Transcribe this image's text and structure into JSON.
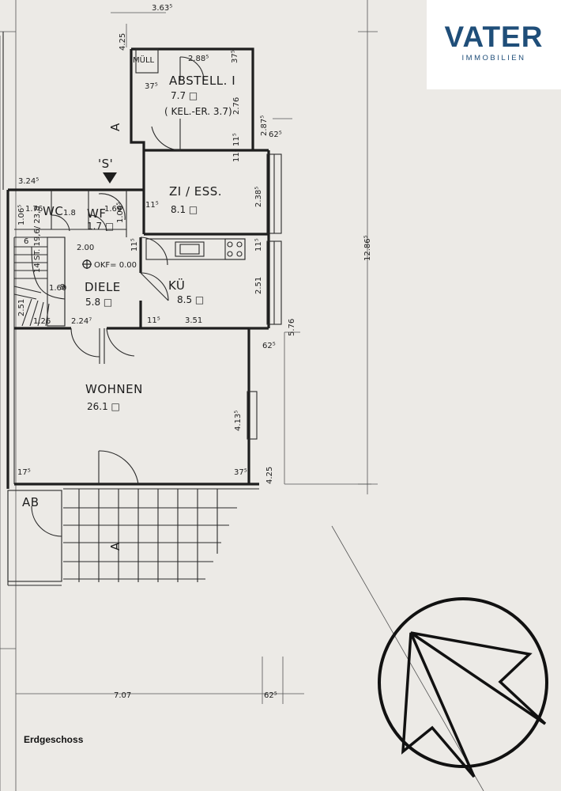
{
  "brand": {
    "name": "VATER",
    "tagline": "IMMOBILIEN",
    "color": "#1f4e79"
  },
  "floor_label": "Erdgeschoss",
  "rooms": [
    {
      "name": "ABSTELL. I",
      "area": "7.7 □",
      "note": "( KEL.-ER. 3.7)"
    },
    {
      "name": "ZI / ESS.",
      "area": "8.1 □"
    },
    {
      "name": "WC",
      "area": "1.8"
    },
    {
      "name": "WF",
      "area": "1.7 □"
    },
    {
      "name": "DIELE",
      "area": "5.8 □"
    },
    {
      "name": "KÜ",
      "area": "8.5 □"
    },
    {
      "name": "WOHNEN",
      "area": "26.1 □"
    },
    {
      "name": "MÜLL"
    },
    {
      "name": "AB"
    }
  ],
  "markers": {
    "section_top": "A",
    "section_bottom": "A",
    "s_mark": "'S'",
    "level": "OKF= 0.00",
    "stairs": "14 ST. 19,6/ 23,8"
  },
  "dimensions": {
    "d_363": "3.63⁵",
    "d_425_top": "4.25",
    "d_288": "2.88⁵",
    "d_375_a": "37⁵",
    "d_375_b": "37⁵",
    "d_276": "2.76",
    "d_287": "2.87⁵",
    "d_62_a": "62⁵",
    "d_115_a": "11⁵",
    "d_115_b": "11⁵",
    "d_115_c": "11⁵",
    "d_115_d": "11⁵",
    "d_115_e": "11⁵",
    "d_115_f": "11⁵",
    "d_324": "3.24⁵",
    "d_176": "1.76",
    "d_169": "1.69",
    "d_1065_a": "1.06⁵",
    "d_1065_b": "1.06⁵",
    "d_2385": "2.38⁵",
    "d_200": "2.00",
    "d_160": "1.60",
    "d_251_a": "2.51",
    "d_251_b": "2.51",
    "d_126": "1.26",
    "d_2247": "2.24⁷",
    "d_351": "3.51",
    "d_1286": "12.86⁵",
    "d_576": "5.76",
    "d_62_b": "62⁵",
    "d_4135": "4.13⁵",
    "d_175": "17⁵",
    "d_375_c": "37⁵",
    "d_425_bottom": "4.25",
    "d_707": "7.07",
    "d_62_c": "62⁵",
    "d_6": "6",
    "d_9": "9"
  }
}
